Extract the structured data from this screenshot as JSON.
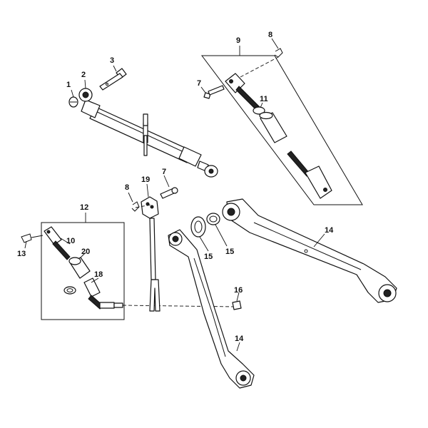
{
  "diagram": {
    "callouts": {
      "c1": "1",
      "c2": "2",
      "c3": "3",
      "c7a": "7",
      "c7b": "7",
      "c8a": "8",
      "c8b": "8",
      "c9": "9",
      "c10": "10",
      "c11": "11",
      "c12": "12",
      "c13": "13",
      "c14a": "14",
      "c14b": "14",
      "c15a": "15",
      "c15b": "15",
      "c16": "16",
      "c18": "18",
      "c19": "19",
      "c20": "20"
    }
  }
}
